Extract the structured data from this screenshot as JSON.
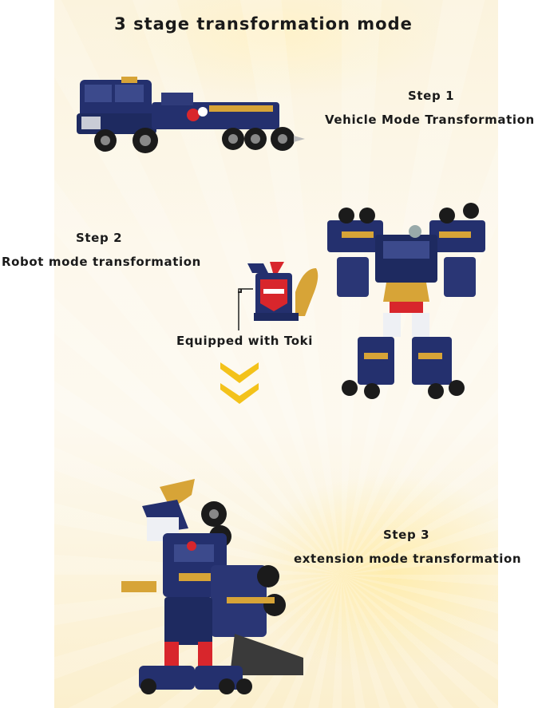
{
  "title": "3 stage transformation mode",
  "steps": [
    {
      "step": "Step 1",
      "label": "Vehicle Mode Transformation"
    },
    {
      "step": "Step 2",
      "label": "Robot mode transformation"
    },
    {
      "step": "Step 3",
      "label": "extension mode transformation"
    }
  ],
  "accessory": {
    "label": "Equipped with Toki"
  },
  "colors": {
    "robot_navy": "#24306e",
    "robot_gold": "#d7a437",
    "robot_red": "#d8262c",
    "arrow_yellow": "#f3c21a",
    "background_cream": "#fbf3dd"
  }
}
